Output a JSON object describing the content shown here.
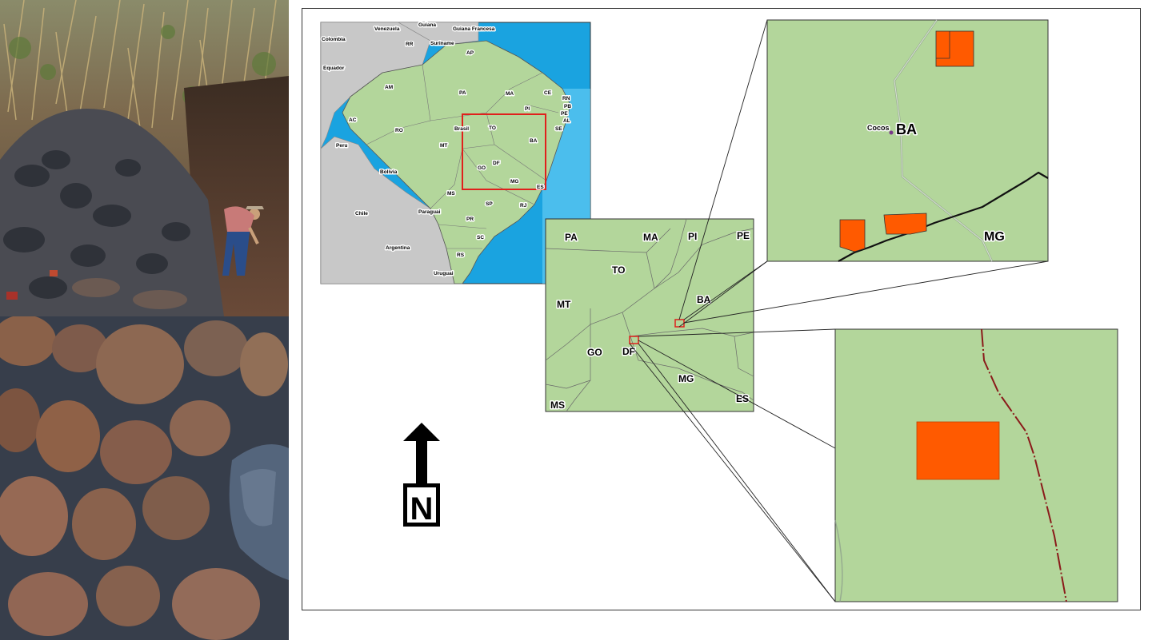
{
  "overview_map": {
    "country_labels": [
      "Colombia",
      "Venezuela",
      "Guiana",
      "Guiana Francesa",
      "Suriname",
      "Equador",
      "Peru",
      "Bolivia",
      "Chile",
      "Paraguai",
      "Argentina",
      "Uruguai"
    ],
    "state_labels": [
      "RR",
      "AP",
      "AM",
      "PA",
      "MA",
      "CE",
      "RN",
      "PB",
      "PE",
      "AL",
      "SE",
      "PI",
      "AC",
      "RO",
      "MT",
      "TO",
      "BA",
      "GO",
      "DF",
      "MG",
      "MS",
      "SP",
      "RJ",
      "PR",
      "SC",
      "RS",
      "ES"
    ],
    "brasil_label": "Brasil"
  },
  "regional_map": {
    "state_labels": [
      "PA",
      "MA",
      "PI",
      "PE",
      "TO",
      "MT",
      "BA",
      "GO",
      "DF",
      "MG",
      "MS",
      "ES"
    ]
  },
  "detail_map_top": {
    "town_label": "Cocos",
    "state_labels": [
      "BA",
      "MG"
    ]
  },
  "north_arrow": {
    "letter": "N"
  },
  "colors": {
    "land_brazil": "#b3d69b",
    "neighbors": "#c8c8c8",
    "ocean": "#1aa3e0",
    "study_area": "#ff5a00",
    "locator_box": "#e0201c"
  }
}
